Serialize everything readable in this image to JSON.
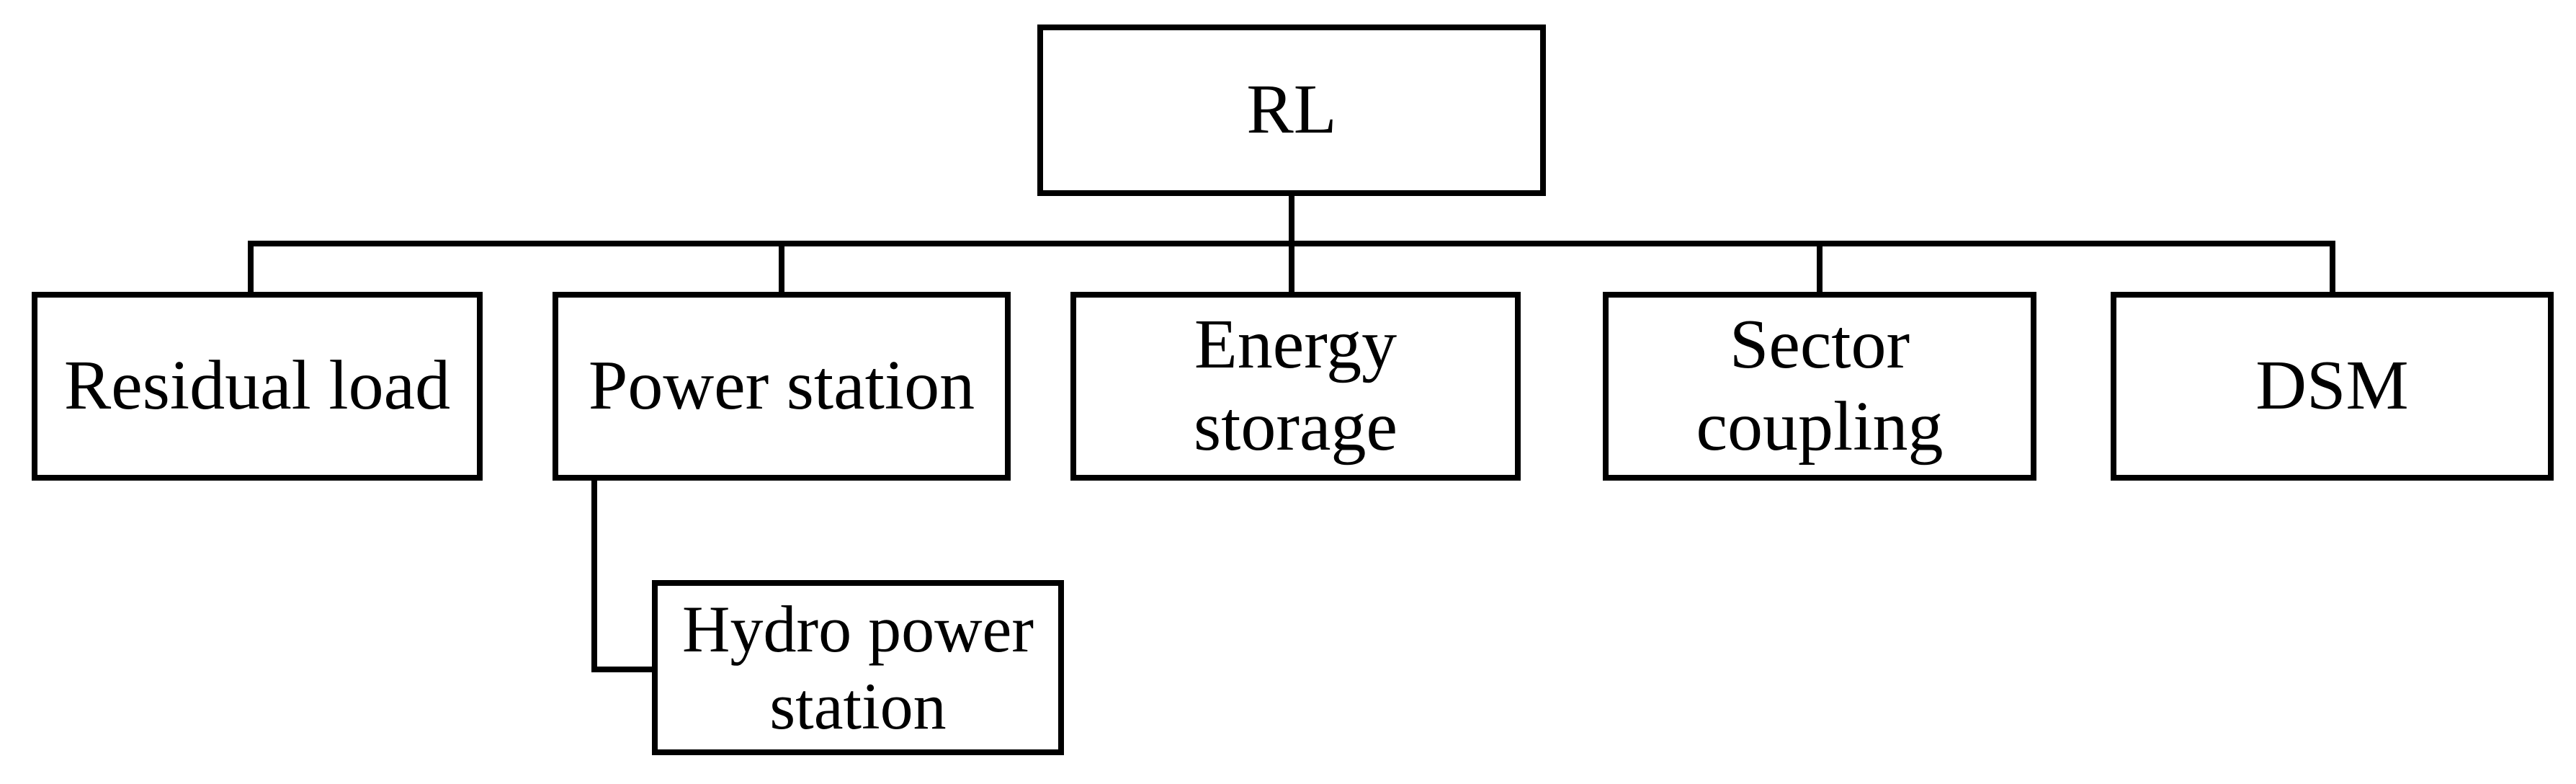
{
  "diagram": {
    "nodes": {
      "rl": {
        "label": "RL"
      },
      "residual_load": {
        "label": "Residual load"
      },
      "power_station": {
        "label": "Power station"
      },
      "energy_storage": {
        "label": "Energy storage"
      },
      "sector_coupling": {
        "label": "Sector coupling"
      },
      "dsm": {
        "label": "DSM"
      },
      "hydro_power_station": {
        "label": "Hydro power station"
      }
    },
    "edges": [
      {
        "from": "RL",
        "to": "Residual load"
      },
      {
        "from": "RL",
        "to": "Power station"
      },
      {
        "from": "RL",
        "to": "Energy storage"
      },
      {
        "from": "RL",
        "to": "Sector coupling"
      },
      {
        "from": "RL",
        "to": "DSM"
      },
      {
        "from": "Power station",
        "to": "Hydro power station"
      }
    ],
    "colors": {
      "line": "#000000",
      "background": "#ffffff",
      "text": "#000000"
    }
  }
}
